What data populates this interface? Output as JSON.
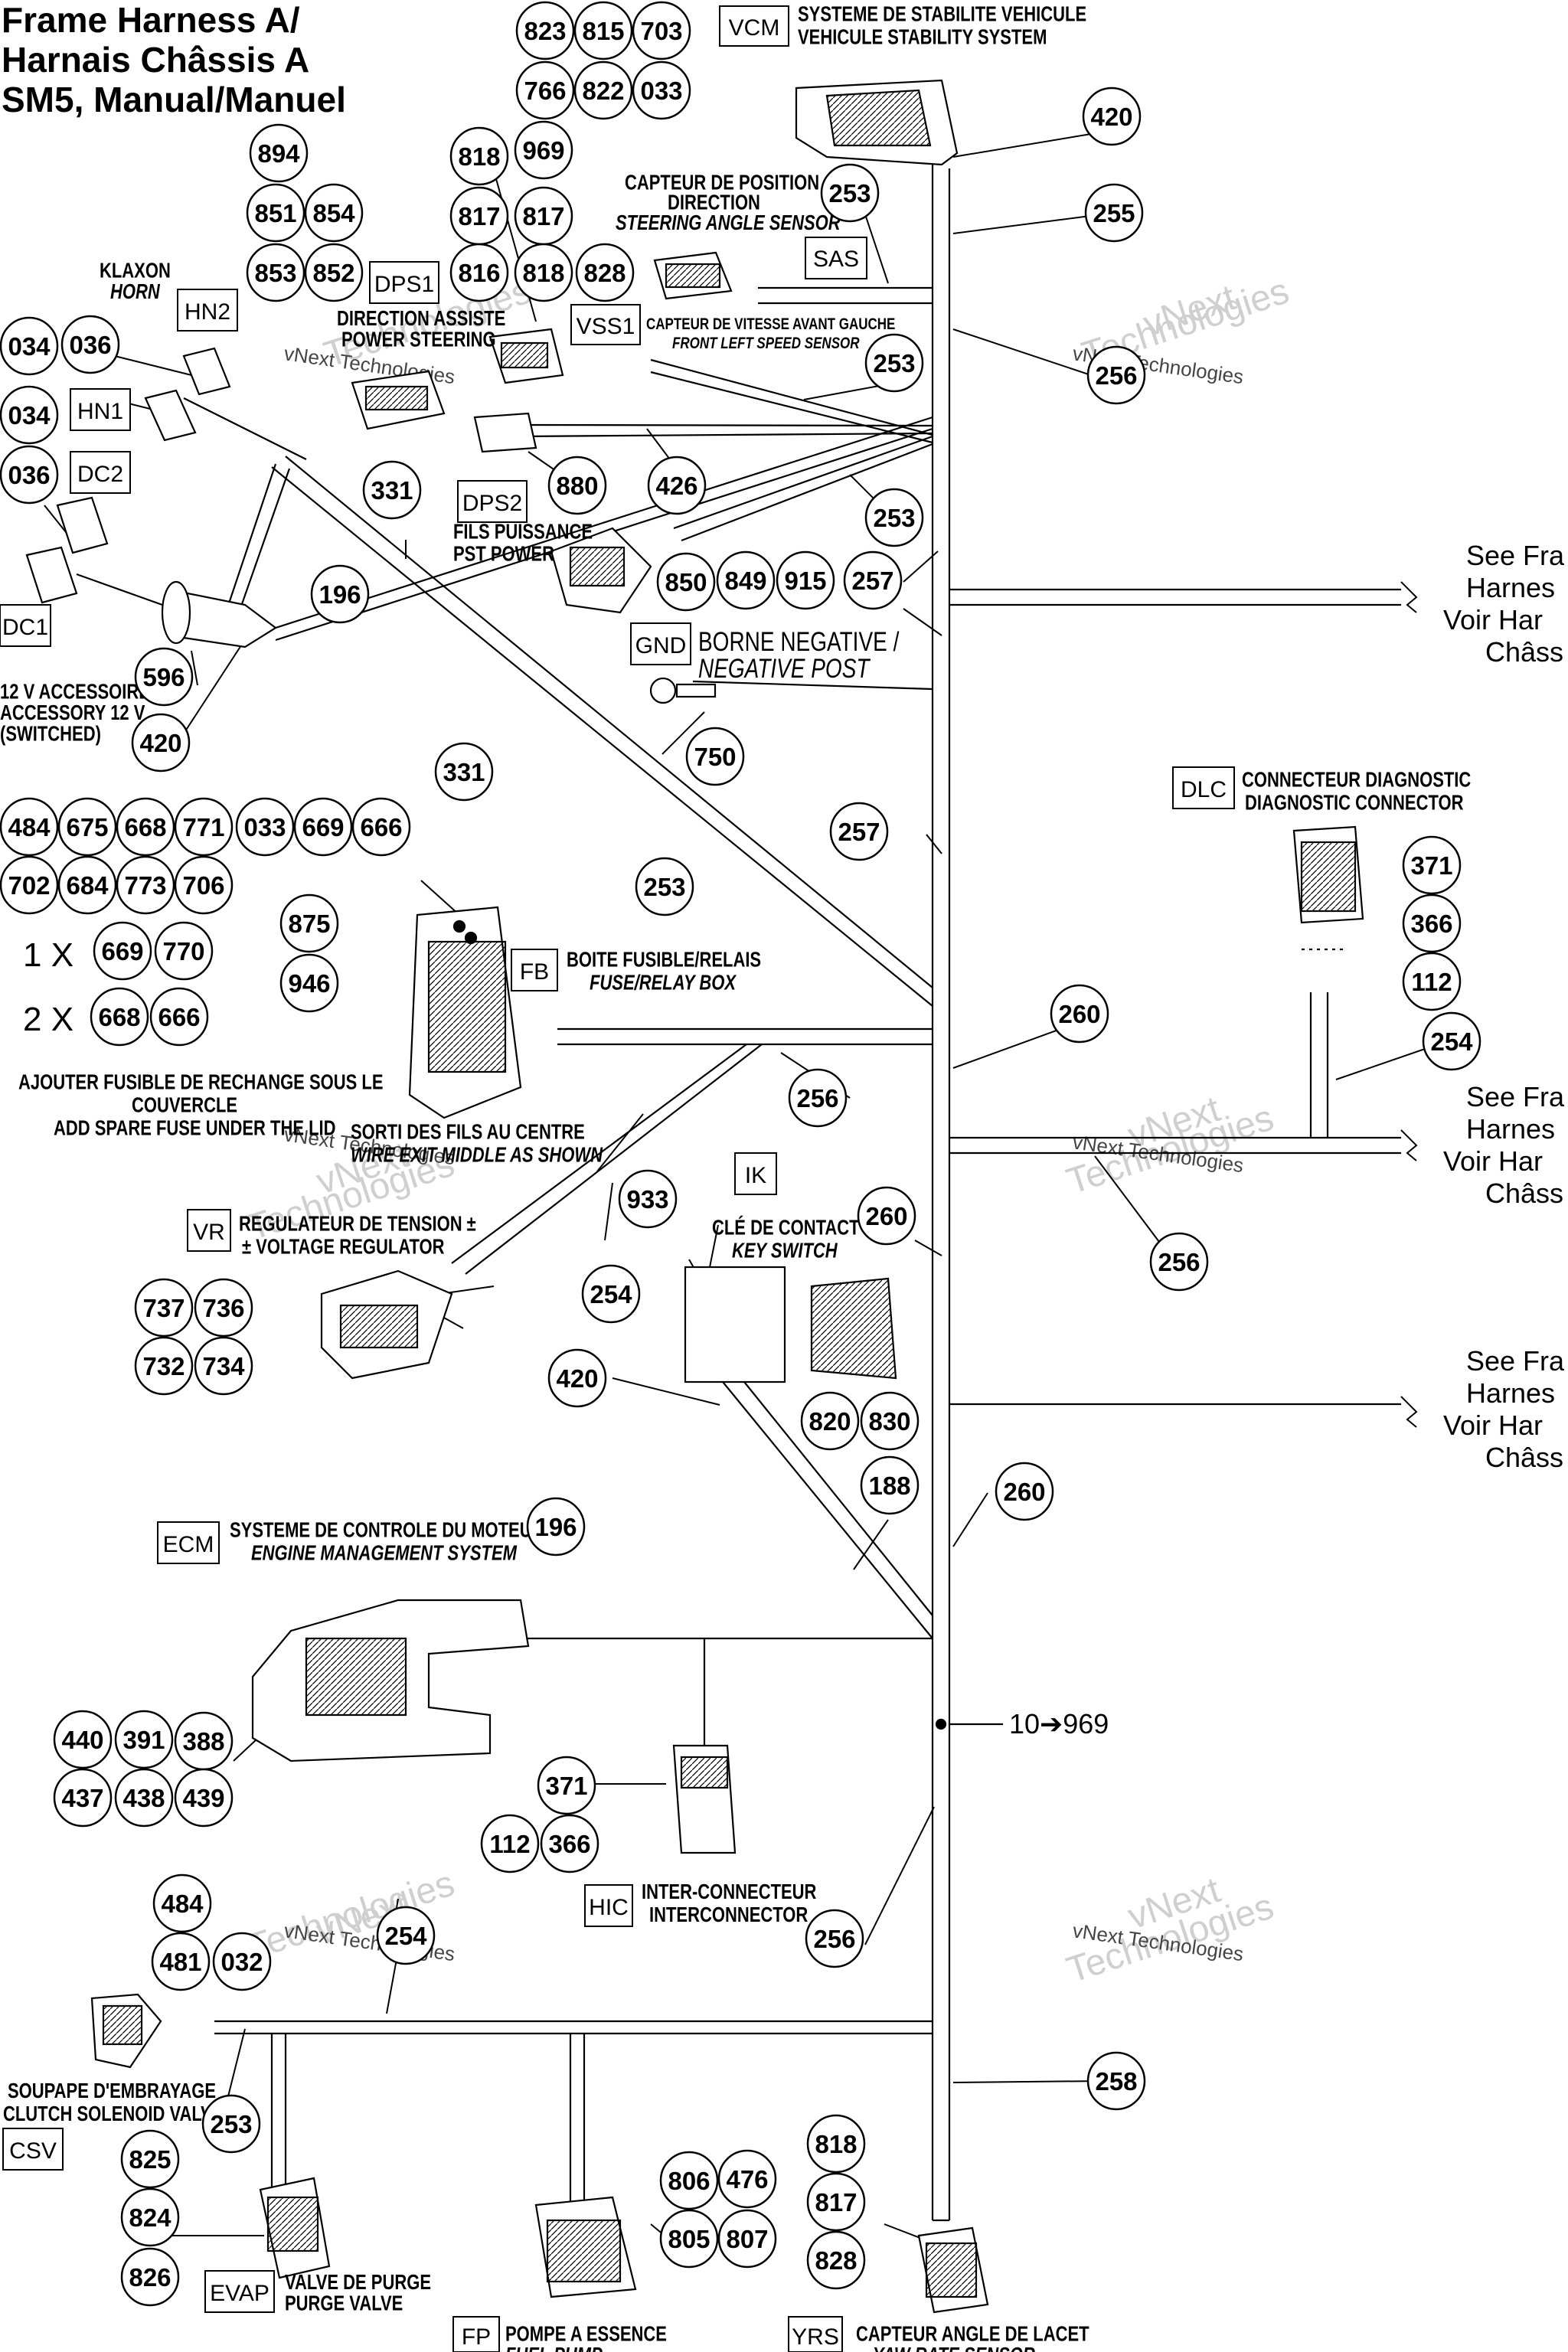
{
  "title": {
    "line1": "Frame Harness A/",
    "line2": "Harnais Châssis A",
    "line3": "SM5, Manual/Manuel"
  },
  "watermark": {
    "line1": "vNext",
    "line2": "Technologies",
    "small": "vNext Technologies"
  },
  "see_other": {
    "l1": "See Fra",
    "l2": "Harnes",
    "l3": "Voir Har",
    "l4": "Châss"
  },
  "mult": {
    "one": "1 X",
    "two": "2 X"
  },
  "bus_label": "10➔969",
  "codes": {
    "VCM": {
      "code": "VCM",
      "l1": "SYSTEME DE STABILITE VEHICULE",
      "l2": "VEHICULE STABILITY SYSTEM"
    },
    "SAS": {
      "code": "SAS",
      "l1": "CAPTEUR DE POSITION",
      "l2": "DIRECTION",
      "l3": "STEERING ANGLE SENSOR"
    },
    "VSS1": {
      "code": "VSS1",
      "l1": "CAPTEUR DE VITESSE AVANT GAUCHE",
      "l2": "FRONT LEFT SPEED SENSOR"
    },
    "DPS1": {
      "code": "DPS1",
      "l1": "DIRECTION ASSISTE",
      "l2": "POWER STEERING"
    },
    "HN2": {
      "code": "HN2",
      "l1": "KLAXON",
      "l2": "HORN"
    },
    "HN1": {
      "code": "HN1"
    },
    "DC2": {
      "code": "DC2"
    },
    "DC1": {
      "code": "DC1",
      "l1": "12 V ACCESSOIRE",
      "l2": "ACCESSORY 12 V",
      "l3": "(SWITCHED)"
    },
    "DPS2": {
      "code": "DPS2",
      "l1": "FILS PUISSANCE",
      "l2": "PST POWER"
    },
    "GND": {
      "code": "GND",
      "l1": "BORNE NEGATIVE /",
      "l2": "NEGATIVE POST"
    },
    "DLC": {
      "code": "DLC",
      "l1": "CONNECTEUR DIAGNOSTIC",
      "l2": "DIAGNOSTIC CONNECTOR"
    },
    "FB": {
      "code": "FB",
      "l1": "BOITE FUSIBLE/RELAIS",
      "l2": "FUSE/RELAY BOX"
    },
    "spare": {
      "l1": "AJOUTER FUSIBLE DE RECHANGE SOUS LE",
      "l2": "COUVERCLE",
      "l3": "ADD SPARE FUSE UNDER THE LID"
    },
    "exit": {
      "l1": "SORTI DES FILS AU CENTRE",
      "l2": "WIRE EXIT MIDDLE AS SHOWN"
    },
    "IK": {
      "code": "IK",
      "l1": "CLÉ DE CONTACT",
      "l2": "KEY SWITCH"
    },
    "VR": {
      "code": "VR",
      "l1": "REGULATEUR DE TENSION ±",
      "l2": "± VOLTAGE REGULATOR"
    },
    "ECM": {
      "code": "ECM",
      "l1": "SYSTEME DE CONTROLE DU MOTEUR",
      "l2": "ENGINE MANAGEMENT SYSTEM"
    },
    "HIC": {
      "code": "HIC",
      "l1": "INTER-CONNECTEUR",
      "l2": "INTERCONNECTOR"
    },
    "CSV": {
      "code": "CSV",
      "l1": "SOUPAPE D'EMBRAYAGE",
      "l2": "CLUTCH SOLENOID VALVE"
    },
    "EVAP": {
      "code": "EVAP",
      "l1": "VALVE DE PURGE",
      "l2": "PURGE VALVE"
    },
    "FP": {
      "code": "FP",
      "l1": "POMPE A ESSENCE",
      "l2": "FUEL PUMP"
    },
    "YRS": {
      "code": "YRS",
      "l1": "CAPTEUR ANGLE DE LACET",
      "l2": "YAW RATE SENSOR"
    }
  },
  "callouts": [
    {
      "id": "c1",
      "n": "823"
    },
    {
      "id": "c2",
      "n": "815"
    },
    {
      "id": "c3",
      "n": "703"
    },
    {
      "id": "c4",
      "n": "766"
    },
    {
      "id": "c5",
      "n": "822"
    },
    {
      "id": "c6",
      "n": "033"
    },
    {
      "id": "c7",
      "n": "420"
    },
    {
      "id": "c8",
      "n": "894"
    },
    {
      "id": "c9",
      "n": "818"
    },
    {
      "id": "c10",
      "n": "969"
    },
    {
      "id": "c11",
      "n": "851"
    },
    {
      "id": "c12",
      "n": "854"
    },
    {
      "id": "c13",
      "n": "817"
    },
    {
      "id": "c14",
      "n": "817"
    },
    {
      "id": "c15",
      "n": "253"
    },
    {
      "id": "c16",
      "n": "255"
    },
    {
      "id": "c17",
      "n": "853"
    },
    {
      "id": "c18",
      "n": "852"
    },
    {
      "id": "c19",
      "n": "816"
    },
    {
      "id": "c20",
      "n": "818"
    },
    {
      "id": "c21",
      "n": "828"
    },
    {
      "id": "c22",
      "n": "034"
    },
    {
      "id": "c23",
      "n": "036"
    },
    {
      "id": "c24",
      "n": "253"
    },
    {
      "id": "c25",
      "n": "256"
    },
    {
      "id": "c26",
      "n": "034"
    },
    {
      "id": "c27",
      "n": "036"
    },
    {
      "id": "c28",
      "n": "331"
    },
    {
      "id": "c29",
      "n": "880"
    },
    {
      "id": "c30",
      "n": "426"
    },
    {
      "id": "c31",
      "n": "253"
    },
    {
      "id": "c32",
      "n": "850"
    },
    {
      "id": "c33",
      "n": "849"
    },
    {
      "id": "c34",
      "n": "915"
    },
    {
      "id": "c35",
      "n": "257"
    },
    {
      "id": "c36",
      "n": "196"
    },
    {
      "id": "c37",
      "n": "596"
    },
    {
      "id": "c38",
      "n": "420"
    },
    {
      "id": "c39",
      "n": "750"
    },
    {
      "id": "c40",
      "n": "331"
    },
    {
      "id": "c41",
      "n": "484"
    },
    {
      "id": "c42",
      "n": "675"
    },
    {
      "id": "c43",
      "n": "668"
    },
    {
      "id": "c44",
      "n": "771"
    },
    {
      "id": "c45",
      "n": "033"
    },
    {
      "id": "c46",
      "n": "669"
    },
    {
      "id": "c47",
      "n": "666"
    },
    {
      "id": "c48",
      "n": "257"
    },
    {
      "id": "c49",
      "n": "702"
    },
    {
      "id": "c50",
      "n": "684"
    },
    {
      "id": "c51",
      "n": "773"
    },
    {
      "id": "c52",
      "n": "706"
    },
    {
      "id": "c53",
      "n": "253"
    },
    {
      "id": "c54",
      "n": "371"
    },
    {
      "id": "c55",
      "n": "875"
    },
    {
      "id": "c56",
      "n": "669"
    },
    {
      "id": "c57",
      "n": "770"
    },
    {
      "id": "c58",
      "n": "366"
    },
    {
      "id": "c59",
      "n": "946"
    },
    {
      "id": "c60",
      "n": "112"
    },
    {
      "id": "c61",
      "n": "668"
    },
    {
      "id": "c62",
      "n": "666"
    },
    {
      "id": "c63",
      "n": "260"
    },
    {
      "id": "c64",
      "n": "254"
    },
    {
      "id": "c65",
      "n": "256"
    },
    {
      "id": "c66",
      "n": "933"
    },
    {
      "id": "c67",
      "n": "260"
    },
    {
      "id": "c68",
      "n": "256"
    },
    {
      "id": "c69",
      "n": "254"
    },
    {
      "id": "c70",
      "n": "737"
    },
    {
      "id": "c71",
      "n": "736"
    },
    {
      "id": "c72",
      "n": "732"
    },
    {
      "id": "c73",
      "n": "734"
    },
    {
      "id": "c74",
      "n": "420"
    },
    {
      "id": "c75",
      "n": "820"
    },
    {
      "id": "c76",
      "n": "830"
    },
    {
      "id": "c77",
      "n": "188"
    },
    {
      "id": "c78",
      "n": "260"
    },
    {
      "id": "c79",
      "n": "196"
    },
    {
      "id": "c80",
      "n": "440"
    },
    {
      "id": "c81",
      "n": "391"
    },
    {
      "id": "c82",
      "n": "388"
    },
    {
      "id": "c83",
      "n": "437"
    },
    {
      "id": "c84",
      "n": "438"
    },
    {
      "id": "c85",
      "n": "439"
    },
    {
      "id": "c86",
      "n": "371"
    },
    {
      "id": "c87",
      "n": "112"
    },
    {
      "id": "c88",
      "n": "366"
    },
    {
      "id": "c89",
      "n": "484"
    },
    {
      "id": "c90",
      "n": "256"
    },
    {
      "id": "c91",
      "n": "254"
    },
    {
      "id": "c92",
      "n": "481"
    },
    {
      "id": "c93",
      "n": "032"
    },
    {
      "id": "c94",
      "n": "258"
    },
    {
      "id": "c95",
      "n": "253"
    },
    {
      "id": "c96",
      "n": "818"
    },
    {
      "id": "c97",
      "n": "825"
    },
    {
      "id": "c98",
      "n": "806"
    },
    {
      "id": "c99",
      "n": "476"
    },
    {
      "id": "c100",
      "n": "817"
    },
    {
      "id": "c101",
      "n": "824"
    },
    {
      "id": "c102",
      "n": "805"
    },
    {
      "id": "c103",
      "n": "807"
    },
    {
      "id": "c104",
      "n": "828"
    },
    {
      "id": "c105",
      "n": "826"
    }
  ]
}
